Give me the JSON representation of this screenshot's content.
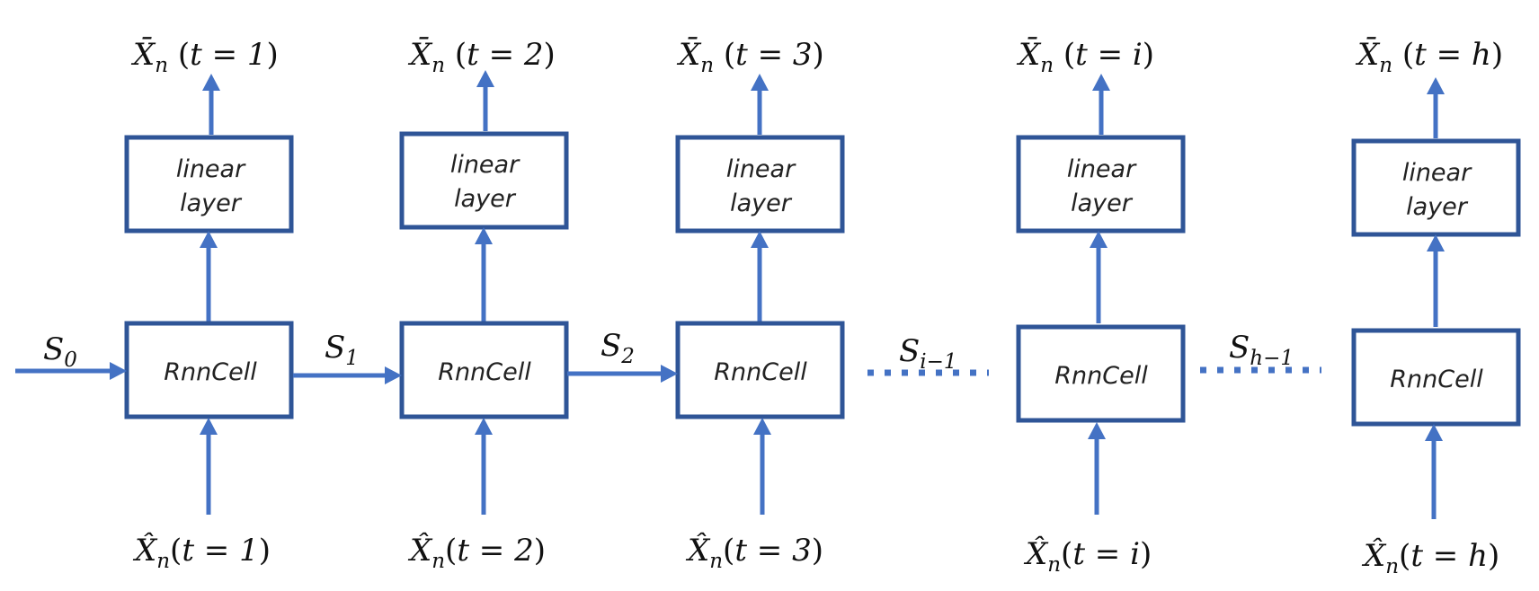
{
  "steps": [
    {
      "t": "1",
      "rnn_label": "RnnCell",
      "linear_label_line1": "linear",
      "linear_label_line2": "layer"
    },
    {
      "t": "2",
      "rnn_label": "RnnCell",
      "linear_label_line1": "linear",
      "linear_label_line2": "layer"
    },
    {
      "t": "3",
      "rnn_label": "RnnCell",
      "linear_label_line1": "linear",
      "linear_label_line2": "layer"
    },
    {
      "t": "i",
      "rnn_label": "RnnCell",
      "linear_label_line1": "linear",
      "linear_label_line2": "layer"
    },
    {
      "t": "h",
      "rnn_label": "RnnCell",
      "linear_label_line1": "linear",
      "linear_label_line2": "layer"
    }
  ],
  "output_symbol": "X̄",
  "input_symbol": "X̂",
  "symbol_subscript": "n",
  "state_symbol": "S",
  "states": [
    "0",
    "1",
    "2",
    "i−1",
    "h−1"
  ],
  "colors": {
    "box_stroke": "#2F5597",
    "arrow": "#4472C4"
  }
}
